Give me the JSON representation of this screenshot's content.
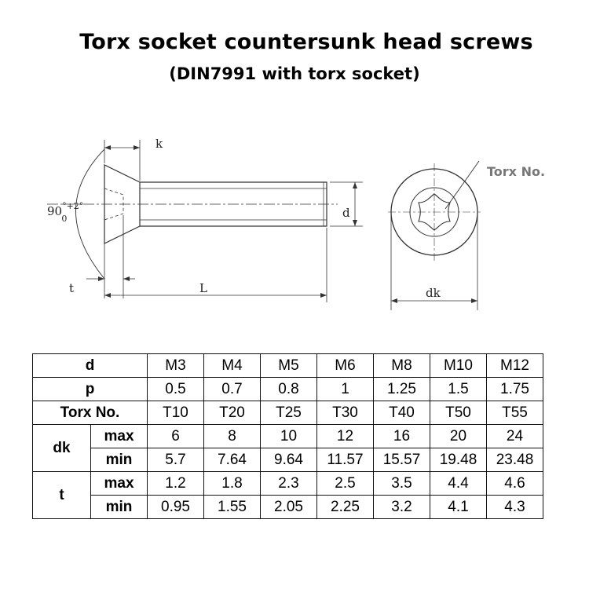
{
  "title": "Torx socket countersunk head screws",
  "subtitle": "(DIN7991 with torx socket)",
  "drawing": {
    "label_k": "k",
    "label_angle_base": "90",
    "label_angle_sup": "°+2°",
    "label_angle_sub": "0",
    "label_d": "d",
    "label_t": "t",
    "label_L": "L",
    "label_dk": "dk",
    "label_torx": "Torx No."
  },
  "table": {
    "header_d": "d",
    "row_p": "p",
    "row_torx": "Torx No.",
    "row_dk": "dk",
    "row_t": "t",
    "sub_max": "max",
    "sub_min": "min",
    "sizes": [
      "M3",
      "M4",
      "M5",
      "M6",
      "M8",
      "M10",
      "M12"
    ],
    "p": [
      "0.5",
      "0.7",
      "0.8",
      "1",
      "1.25",
      "1.5",
      "1.75"
    ],
    "torx": [
      "T10",
      "T20",
      "T25",
      "T30",
      "T40",
      "T50",
      "T55"
    ],
    "dk_max": [
      "6",
      "8",
      "10",
      "12",
      "16",
      "20",
      "24"
    ],
    "dk_min": [
      "5.7",
      "7.64",
      "9.64",
      "11.57",
      "15.57",
      "19.48",
      "23.48"
    ],
    "t_max": [
      "1.2",
      "1.8",
      "2.3",
      "2.5",
      "3.5",
      "4.4",
      "4.6"
    ],
    "t_min": [
      "0.95",
      "1.55",
      "2.05",
      "2.25",
      "3.2",
      "4.1",
      "4.3"
    ]
  }
}
